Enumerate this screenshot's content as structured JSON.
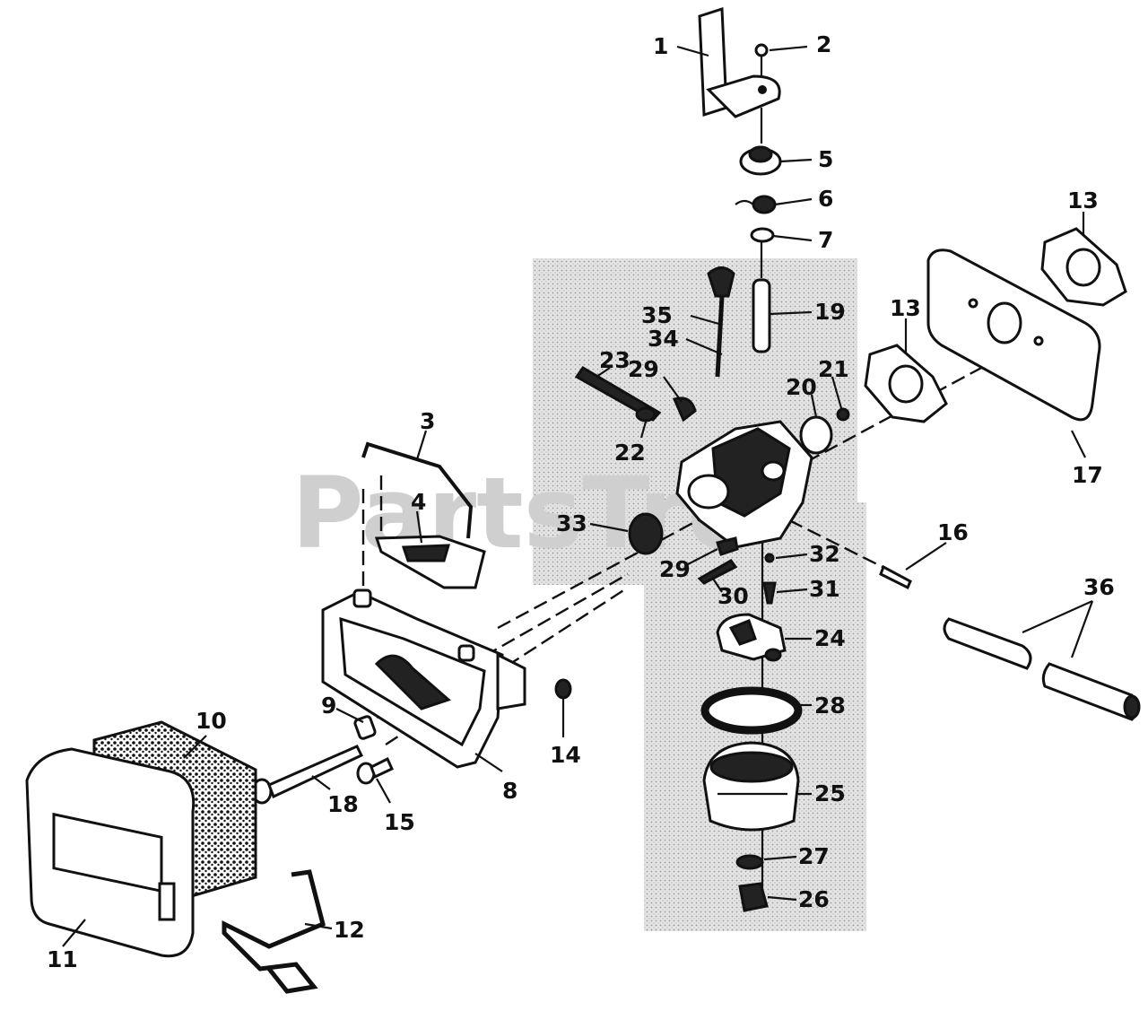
{
  "watermark": "PartsTre",
  "colors": {
    "ink": "#111111",
    "shade": "#d4d4d4",
    "watermark": "#cfcfcf"
  },
  "callouts": {
    "c1": "1",
    "c2": "2",
    "c3": "3",
    "c4": "4",
    "c5": "5",
    "c6": "6",
    "c7": "7",
    "c8": "8",
    "c9": "9",
    "c10": "10",
    "c11": "11",
    "c12": "12",
    "c13a": "13",
    "c13b": "13",
    "c14": "14",
    "c15": "15",
    "c16": "16",
    "c17": "17",
    "c18": "18",
    "c19": "19",
    "c20": "20",
    "c21": "21",
    "c22": "22",
    "c23": "23",
    "c24": "24",
    "c25": "25",
    "c26": "26",
    "c27": "27",
    "c28": "28",
    "c29a": "29",
    "c29b": "29",
    "c30": "30",
    "c31": "31",
    "c32": "32",
    "c33": "33",
    "c34": "34",
    "c35": "35",
    "c36": "36"
  }
}
